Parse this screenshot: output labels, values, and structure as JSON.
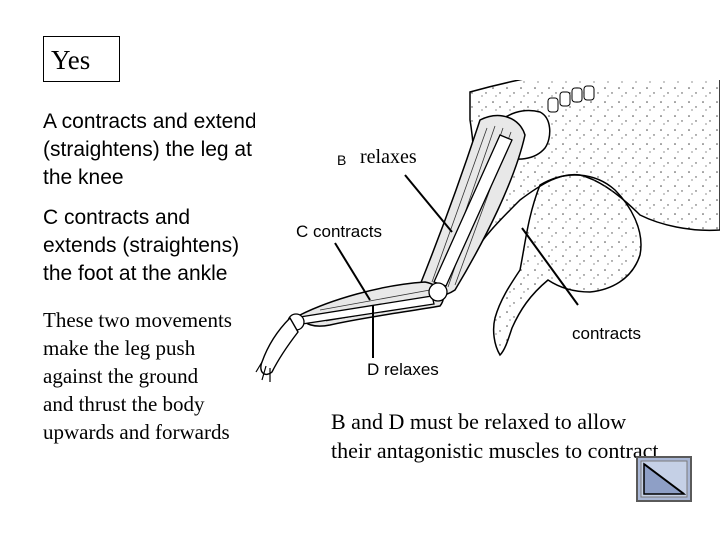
{
  "answer": "Yes",
  "paragraphs": {
    "a": "A contracts and extends\n(straightens) the leg at\nthe knee",
    "c": "C contracts and\nextends (straightens)\nthe foot at the ankle",
    "movements": "These two movements\nmake the leg push\nagainst the ground\nand thrust the body\nupwards and forwards"
  },
  "labels": {
    "b_letter": "B",
    "b_word": "relaxes",
    "c": "C  contracts",
    "contracts": "contracts",
    "d": "D   relaxes"
  },
  "note": "B and D must be relaxed to allow their antagonistic muscles to contract",
  "nav": {
    "icon": "back-triangle-icon",
    "fill": "#a9b7d6",
    "border": "#5a5a5a"
  }
}
